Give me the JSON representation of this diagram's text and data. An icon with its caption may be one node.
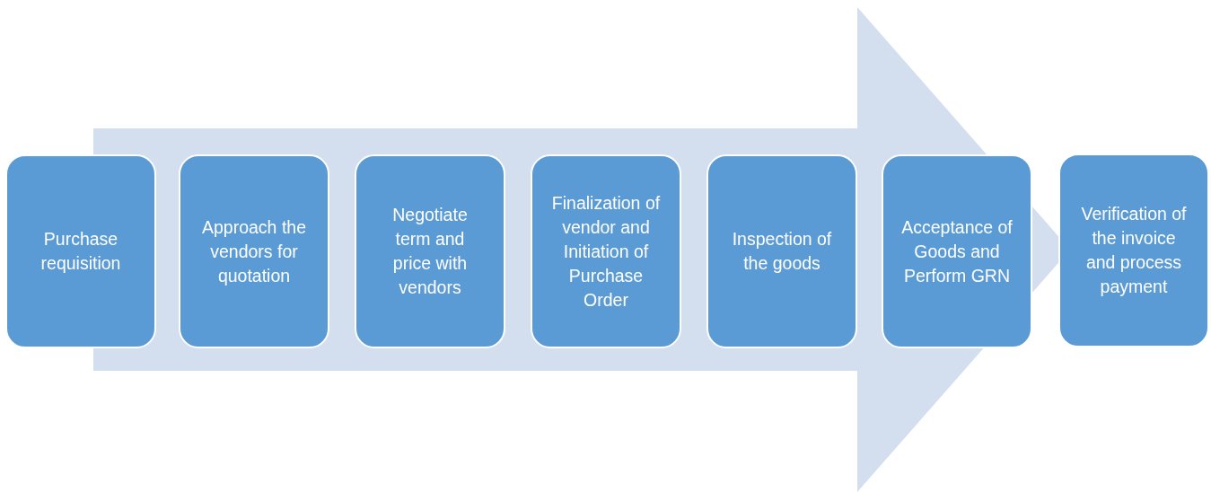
{
  "diagram": {
    "nodes": [
      {
        "text": [
          "Purchase requisition"
        ]
      },
      {
        "text": [
          "Approach the vendors for quotation"
        ]
      },
      {
        "text": [
          "Negotiate term and price with vendors"
        ]
      },
      {
        "text": [
          "Finalization of vendor and Initiation of Purchase Order"
        ]
      },
      {
        "text": [
          "Inspection of the goods"
        ]
      },
      {
        "text": [
          "Acceptance of Goods and Perform GRN"
        ]
      },
      {
        "text": [
          "Verification of the invoice and process payment"
        ]
      }
    ],
    "edges": [
      {
        "from": 0,
        "to": 6,
        "arrow": "to"
      }
    ]
  }
}
